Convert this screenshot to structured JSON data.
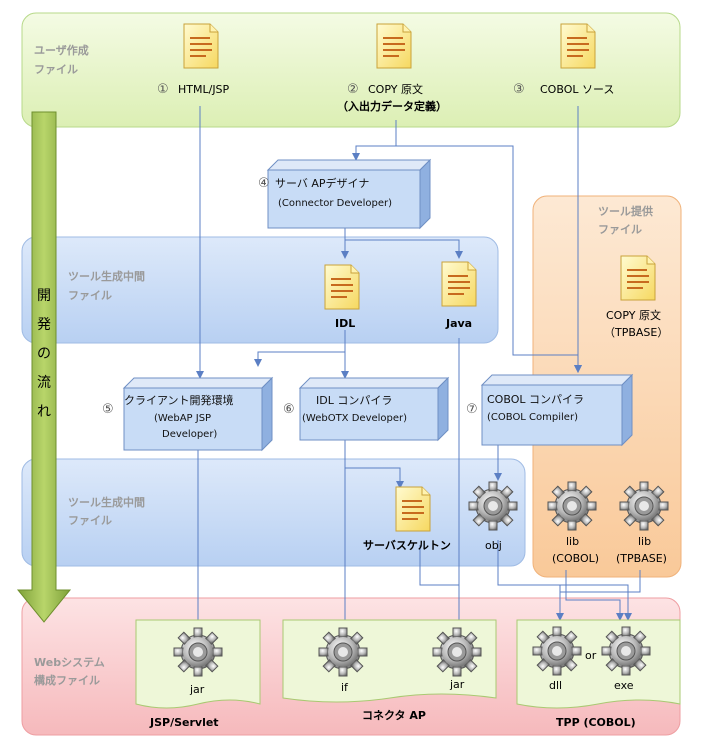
{
  "bands": {
    "user": "ユーザ作成\nファイル",
    "gen1": "ツール生成中間\nファイル",
    "gen2": "ツール生成中間\nファイル",
    "tool": "ツール提供\nファイル",
    "web": "Webシステム\n構成ファイル"
  },
  "flow_chars": [
    "開",
    "発",
    "の",
    "流",
    "れ"
  ],
  "user_files": {
    "f1": {
      "num": "①",
      "label": "HTML/JSP"
    },
    "f2": {
      "num": "②",
      "label1": "COPY 原文",
      "label2": "（入出力データ定義）"
    },
    "f3": {
      "num": "③",
      "label": "COBOL ソース"
    }
  },
  "designer": {
    "num": "④",
    "title": "サーバ APデザイナ",
    "sub": "(Connector Developer)"
  },
  "gen1_files": {
    "idl": "IDL",
    "java": "Java"
  },
  "tool_copy": {
    "line1": "COPY 原文",
    "line2": "（TPBASE）"
  },
  "compilers": {
    "c5": {
      "num": "⑤",
      "title": "クライアント開発環境",
      "sub1": "(WebAP JSP",
      "sub2": "Developer)"
    },
    "c6": {
      "num": "⑥",
      "title": "IDL コンパイラ",
      "sub": "(WebOTX Developer)"
    },
    "c7": {
      "num": "⑦",
      "title": "COBOL コンパイラ",
      "sub": "(COBOL Compiler)"
    }
  },
  "gen2_files": {
    "skeleton": "サーバスケルトン",
    "obj": "obj"
  },
  "libs": {
    "cobol": {
      "line1": "lib",
      "line2": "(COBOL)"
    },
    "tpbase": {
      "line1": "lib",
      "line2": "(TPBASE)"
    }
  },
  "web": {
    "jar1": "jar",
    "if": "if",
    "jar2": "jar",
    "dll": "dll",
    "or": "or",
    "exe": "exe",
    "group1": "JSP/Servlet",
    "group2": "コネクタ AP",
    "group3": "TPP (COBOL)"
  },
  "colors": {
    "user_band": "#e8f5cc",
    "gen_band": "#c8dcf6",
    "tool_band": "#fcd9b4",
    "web_band": "#fbd0d2",
    "box": "#c8dcf6",
    "arrow": "#93b44d",
    "wire": "#5b7fc4"
  }
}
